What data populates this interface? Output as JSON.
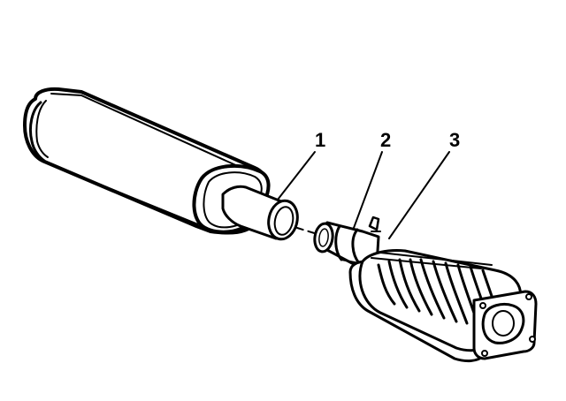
{
  "callouts": [
    {
      "id": "1",
      "label": "1"
    },
    {
      "id": "2",
      "label": "2"
    },
    {
      "id": "3",
      "label": "3"
    }
  ],
  "colors": {
    "background": "#ffffff",
    "line": "#000000"
  }
}
